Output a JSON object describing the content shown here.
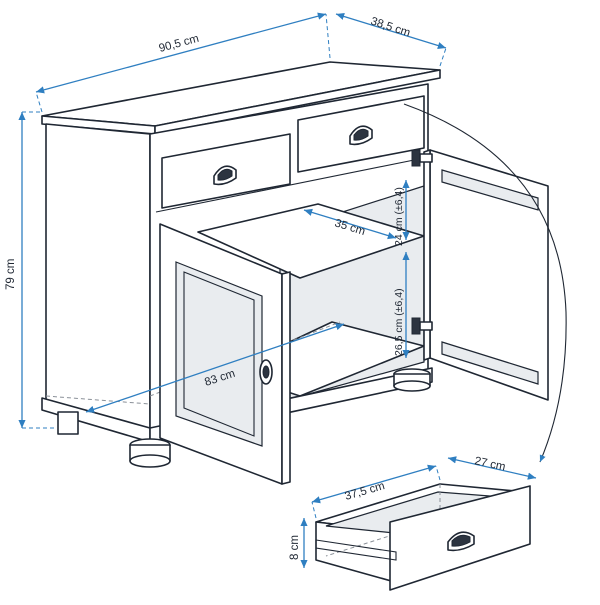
{
  "colors": {
    "outline": "#1f2733",
    "dimension": "#2f7fc1",
    "panel_shade": "#e9ecef",
    "background": "#ffffff"
  },
  "dimensions": {
    "total_width": "90,5 cm",
    "total_depth": "38,5 cm",
    "total_height": "79 cm",
    "inner_width": "83 cm",
    "inner_depth": "35 cm",
    "upper_compartment_height": "24 cm (±6,4)",
    "lower_compartment_height": "26,5 cm (±6,4)",
    "drawer_width": "37,5 cm",
    "drawer_depth": "27 cm",
    "drawer_height": "8 cm"
  }
}
